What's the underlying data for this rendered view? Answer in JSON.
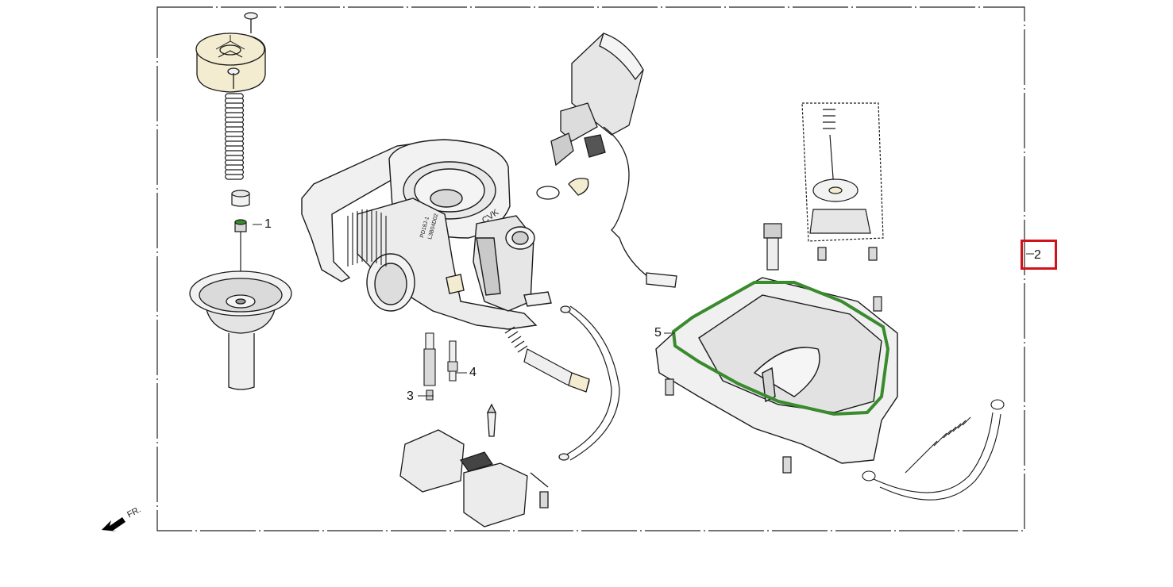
{
  "diagram": {
    "callouts": [
      {
        "id": "1",
        "label": "1"
      },
      {
        "id": "2",
        "label": "2",
        "selected": true
      },
      {
        "id": "3",
        "label": "3"
      },
      {
        "id": "4",
        "label": "4"
      },
      {
        "id": "5",
        "label": "5"
      }
    ],
    "front_label": "FR.",
    "carb_marks": {
      "cvk": "CVK",
      "code1": "PD18J-1",
      "code2": "L3B04D02"
    },
    "colors": {
      "line": "#1a1a1a",
      "part_fill": "#f2f2f2",
      "shadow": "#cfcfcf",
      "cap_fill": "#f3ecd0",
      "gasket": "#3a8a2e",
      "highlight": "#d0131b"
    }
  }
}
